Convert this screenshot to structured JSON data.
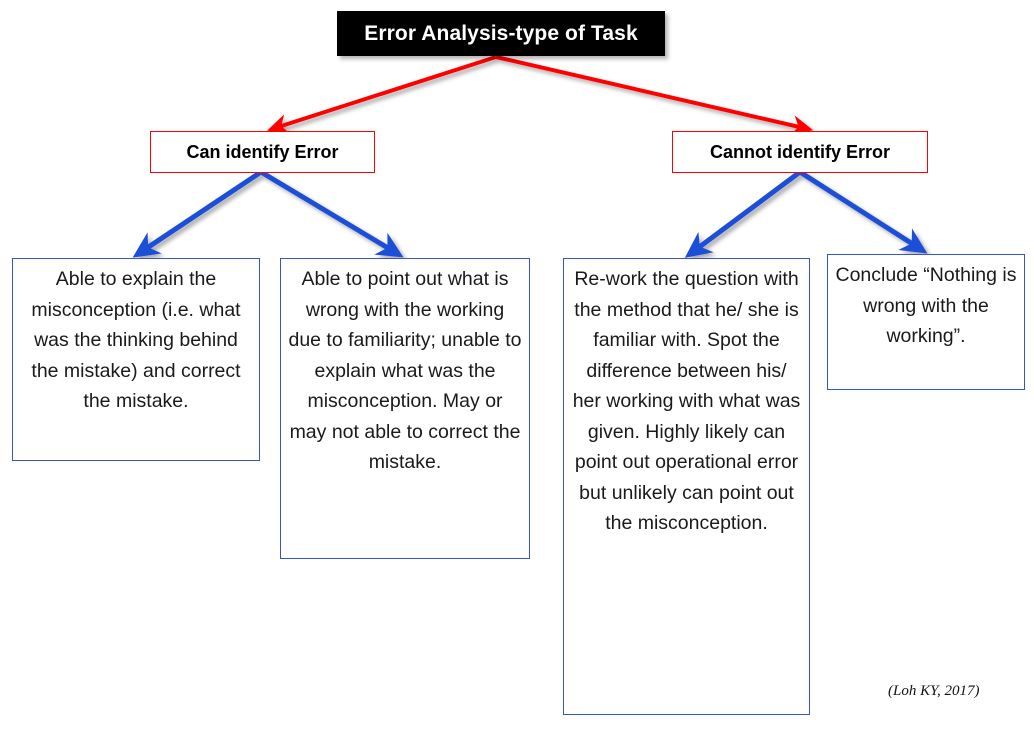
{
  "diagram": {
    "title": {
      "label": "Error Analysis-type of Task",
      "background_color": "#000000",
      "text_color": "#ffffff"
    },
    "categories": [
      {
        "id": "can-identify-error",
        "label": "Can identify Error",
        "border_color": "#ff0000"
      },
      {
        "id": "cannot-identify-error",
        "label": "Cannot identify Error",
        "border_color": "#ff0000"
      }
    ],
    "outcomes": [
      {
        "id": "able-to-explain",
        "text": "Able to explain the misconception (i.e. what was the thinking behind the mistake) and correct the mistake.",
        "border_color": "#3a53c7",
        "parent": "can-identify-error"
      },
      {
        "id": "able-to-point-out",
        "text": "Able to point out what is wrong with the working due to familiarity; unable to explain what was the misconception. May or may not able to correct the mistake.",
        "border_color": "#3a53c7",
        "parent": "can-identify-error"
      },
      {
        "id": "re-work-the-question",
        "text": "Re-work the question with the method that he/ she is familiar with. Spot the difference between his/ her working with what was given. Highly likely can point out operational error but unlikely can point out the misconception.",
        "border_color": "#3a53c7",
        "parent": "cannot-identify-error"
      },
      {
        "id": "conclude-nothing-wrong",
        "text": "Conclude “Nothing is wrong with the working”.",
        "border_color": "#3a53c7",
        "parent": "cannot-identify-error"
      }
    ],
    "connectors": {
      "level1_color": "#ff0000",
      "level2_color": "#1f4fd8"
    },
    "citation": "(Loh KY, 2017)"
  }
}
